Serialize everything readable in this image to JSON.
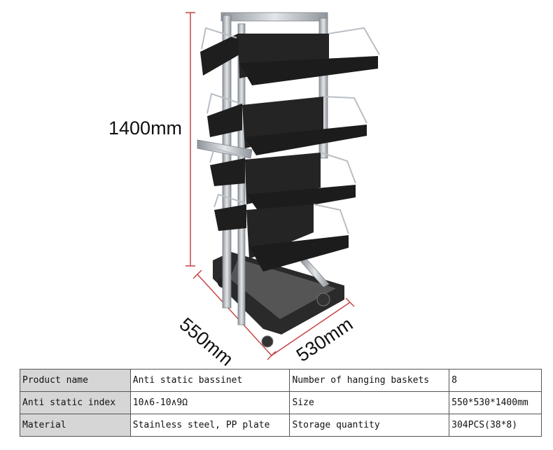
{
  "dimensions": {
    "height": "1400mm",
    "depth": "550mm",
    "width": "530mm"
  },
  "colors": {
    "dimension_line": "#c44545",
    "frame": "#b9bec4",
    "tray": "#1e1e1e",
    "label_cell": "#d6d6d6"
  },
  "specs": [
    {
      "label": "Product name",
      "value": "Anti static bassinet",
      "label2": "Number of hanging baskets",
      "value2": "8"
    },
    {
      "label": "Anti static index",
      "value": "10∧6-10∧9Ω",
      "label2": "Size",
      "value2": "550*530*1400mm"
    },
    {
      "label": "Material",
      "value": "Stainless steel, PP plate",
      "label2": "Storage quantity",
      "value2": "304PCS(38*8)"
    }
  ]
}
